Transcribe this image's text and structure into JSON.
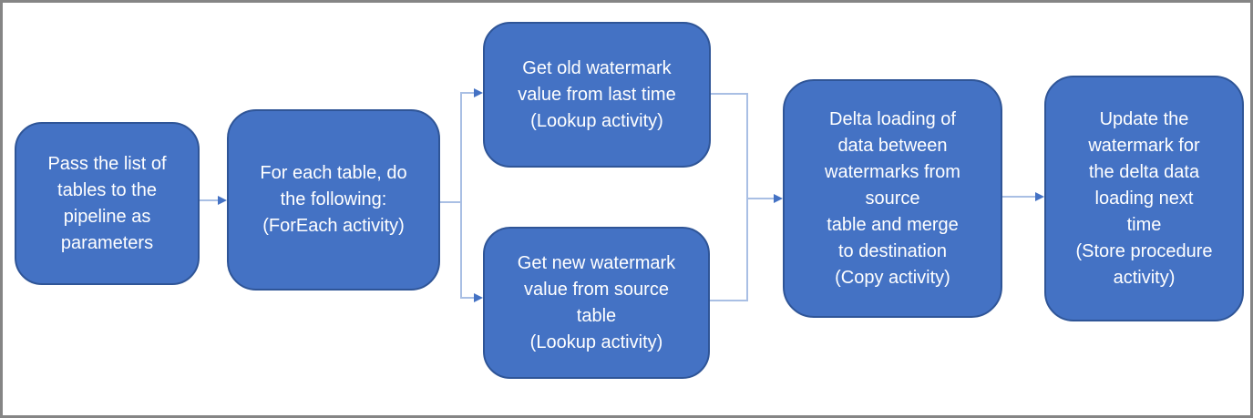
{
  "diagram": {
    "type": "flowchart",
    "colors": {
      "node_fill": "#4472C4",
      "node_border": "#2F5597",
      "node_text": "#FFFFFF",
      "connector_line": "#A9BFE4",
      "arrowhead": "#4472C4",
      "frame_border": "#858585",
      "background": "#FFFFFF"
    },
    "nodes": [
      {
        "id": "pass-list-of-tables",
        "text": "Pass the list of\ntables to the\npipeline as\nparameters"
      },
      {
        "id": "foreach-table",
        "text": "For each table, do\nthe following:\n(ForEach activity)"
      },
      {
        "id": "get-old-watermark",
        "text": "Get old watermark\nvalue from last time\n(Lookup activity)"
      },
      {
        "id": "get-new-watermark",
        "text": "Get new watermark\nvalue from source\ntable\n(Lookup activity)"
      },
      {
        "id": "delta-loading",
        "text": "Delta loading of\ndata between\nwatermarks from\nsource\ntable and merge\nto destination\n(Copy activity)"
      },
      {
        "id": "update-watermark",
        "text": "Update the\nwatermark for\nthe delta data\nloading next\ntime\n(Store procedure\nactivity)"
      }
    ],
    "edges": [
      {
        "from": "pass-list-of-tables",
        "to": "foreach-table"
      },
      {
        "from": "foreach-table",
        "to": "get-old-watermark"
      },
      {
        "from": "foreach-table",
        "to": "get-new-watermark"
      },
      {
        "from": "get-old-watermark",
        "to": "delta-loading"
      },
      {
        "from": "get-new-watermark",
        "to": "delta-loading"
      },
      {
        "from": "delta-loading",
        "to": "update-watermark"
      }
    ]
  }
}
